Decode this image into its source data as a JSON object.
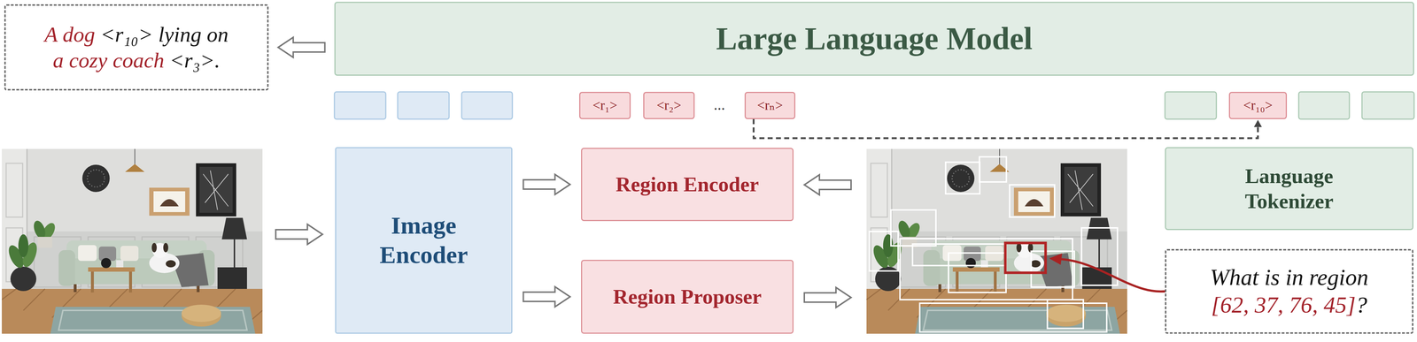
{
  "diagram": {
    "nodes": [
      {
        "text": [
          "A dog",
          "<r₁₀>",
          "lying on",
          "a cozy coach",
          "<r₃>."
        ]
      },
      {
        "text": [
          "Large Language Model"
        ]
      },
      {
        "text": [
          "<r₁>"
        ]
      },
      {
        "text": [
          "<r₂>"
        ]
      },
      {
        "text": [
          "<rₙ>"
        ]
      },
      {
        "text": [
          "<r₁₀>"
        ]
      },
      {
        "text": [
          "Image Encoder"
        ]
      },
      {
        "text": [
          "Region Encoder"
        ]
      },
      {
        "text": [
          "Region Proposer"
        ]
      },
      {
        "text": [
          "Language Tokenizer"
        ]
      },
      {
        "text": [
          "What is in region",
          "[62, 37, 76, 45]",
          "?"
        ]
      }
    ],
    "edges": [
      {
        "from": 1,
        "to": 0,
        "arrow": "to"
      },
      {
        "from": 6,
        "to": 7,
        "arrow": "to"
      },
      {
        "from": 6,
        "to": 8,
        "arrow": "to"
      },
      {
        "from": 4,
        "to": 5,
        "arrow": "dummy"
      }
    ],
    "labels": [
      "..."
    ]
  }
}
